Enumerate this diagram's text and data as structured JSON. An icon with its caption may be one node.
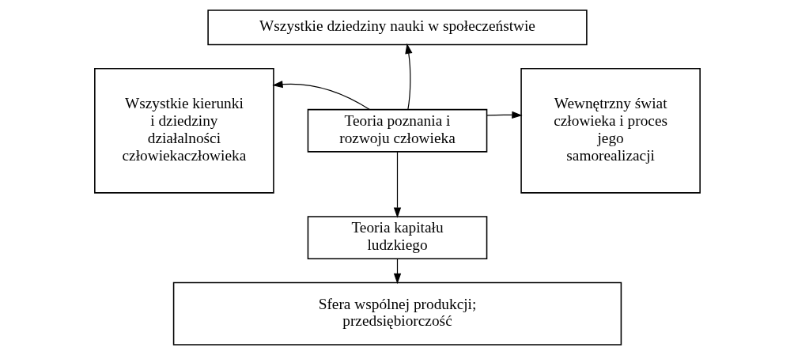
{
  "diagram": {
    "nodes": [
      {
        "text": [
          "Wszystkie dziedziny nauki w społeczeństwie"
        ]
      },
      {
        "text": [
          "Wszystkie kierunki i dziedziny działalności człowiekaczłowieka"
        ]
      },
      {
        "text": [
          "Teoria poznania i rozwoju człowieka"
        ]
      },
      {
        "text": [
          "Wewnętrzny świat człowieka i proces jego samorealizacji"
        ]
      },
      {
        "text": [
          "Teoria kapitału ludzkiego"
        ]
      },
      {
        "text": [
          "Sfera wspólnej produkcji; przedsiębiorczość"
        ]
      }
    ],
    "edges": [
      {
        "from": 2,
        "to": 0,
        "arrow": "to"
      },
      {
        "from": 2,
        "to": 1,
        "arrow": "to"
      },
      {
        "from": 2,
        "to": 3,
        "arrow": "to"
      },
      {
        "from": 2,
        "to": 4,
        "arrow": "to"
      },
      {
        "from": 4,
        "to": 5,
        "arrow": "to"
      }
    ]
  }
}
